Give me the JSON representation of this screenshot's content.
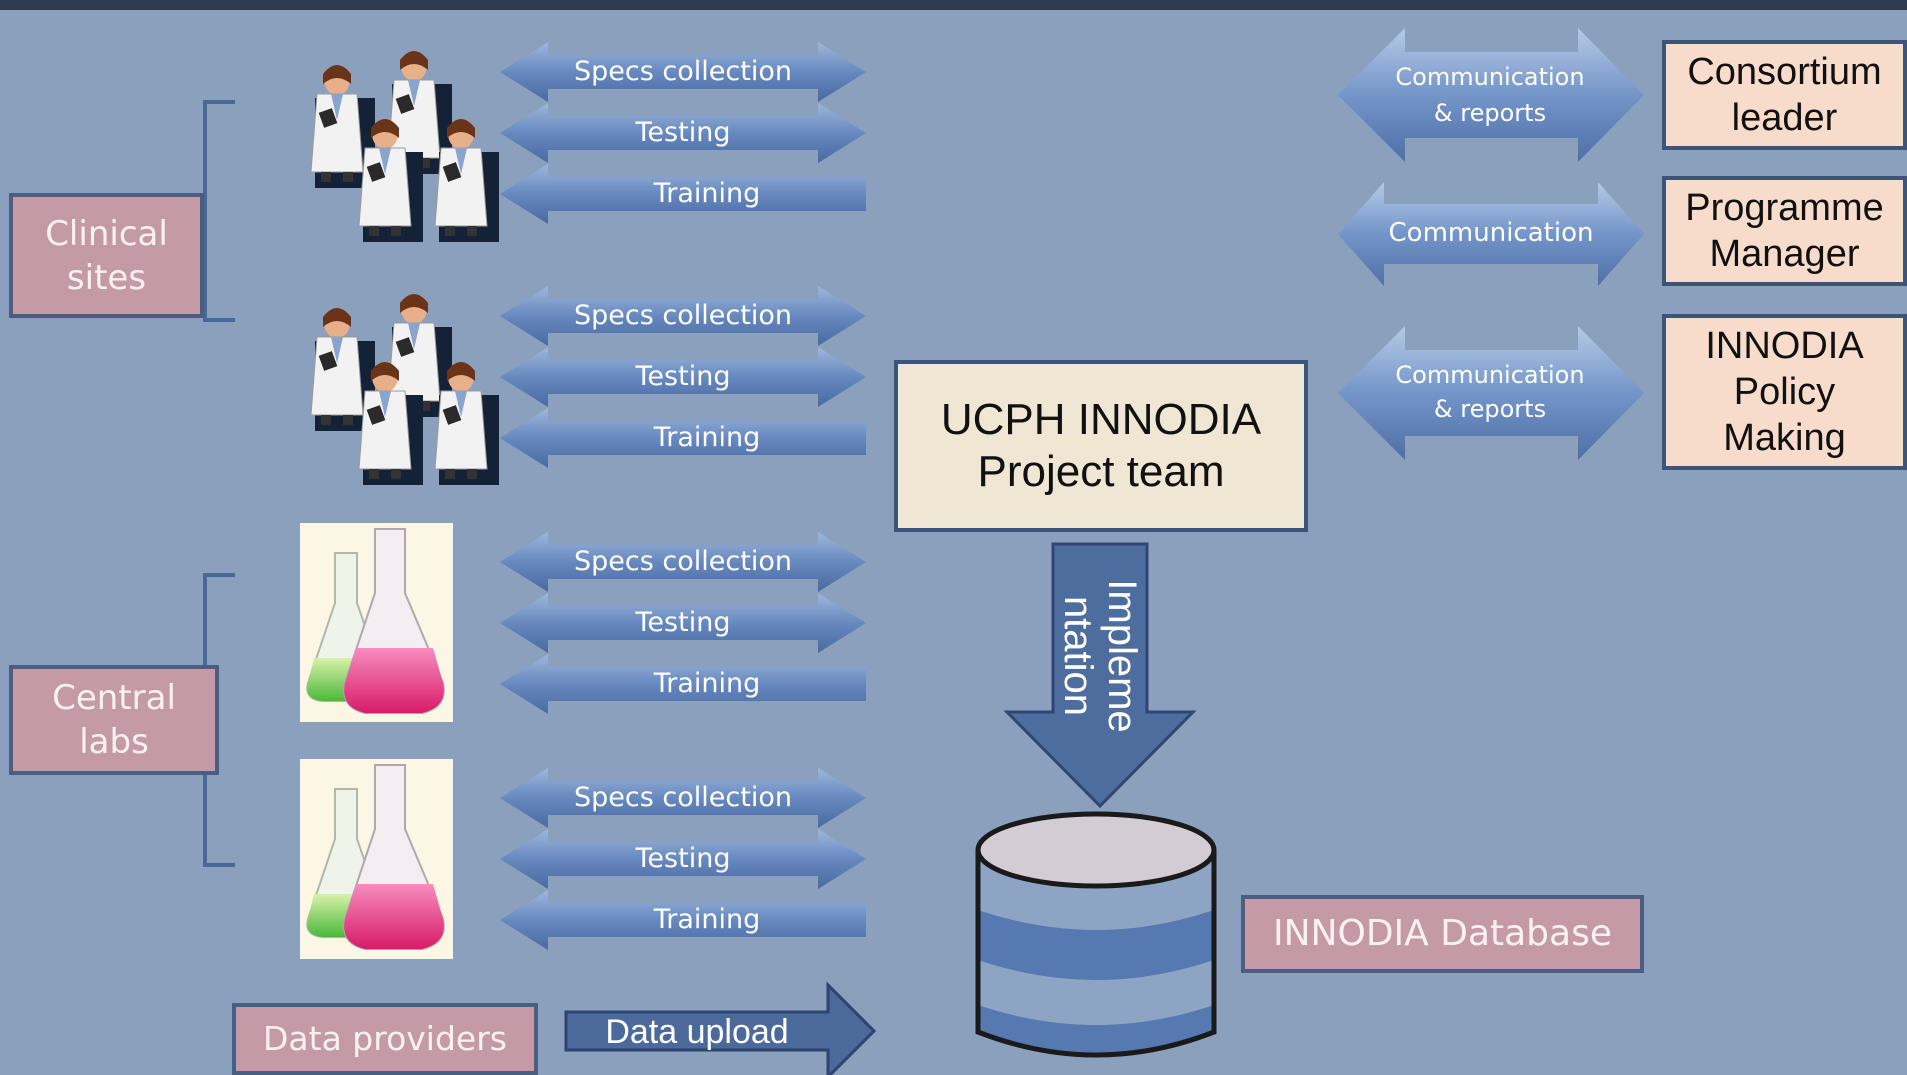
{
  "clinical_sites": "Clinical\nsites",
  "central_labs": "Central\nlabs",
  "data_providers": "Data providers",
  "site_groups": [
    {
      "arrows": [
        "Specs collection",
        "Testing",
        "Training"
      ]
    },
    {
      "arrows": [
        "Specs collection",
        "Testing",
        "Training"
      ]
    },
    {
      "arrows": [
        "Specs collection",
        "Testing",
        "Training"
      ]
    },
    {
      "arrows": [
        "Specs collection",
        "Testing",
        "Training"
      ]
    }
  ],
  "data_upload": "Data upload",
  "project_team": "UCPH INNODIA\nProject team",
  "implementation": "Impleme\nntation",
  "database_label": "INNODIA Database",
  "right_comms": [
    {
      "arrow": "Communication\n& reports",
      "box": "Consortium\nleader"
    },
    {
      "arrow": "Communication",
      "box": "Programme\nManager"
    },
    {
      "arrow": "Communication\n& reports",
      "box": "INNODIA\nPolicy\nMaking"
    }
  ],
  "colors": {
    "background": "#8aa0bc",
    "arrow": "#5f82b8",
    "pink_box": "#c49aa6",
    "peach_box": "#f8dccb",
    "cream_box": "#efe6d4"
  }
}
